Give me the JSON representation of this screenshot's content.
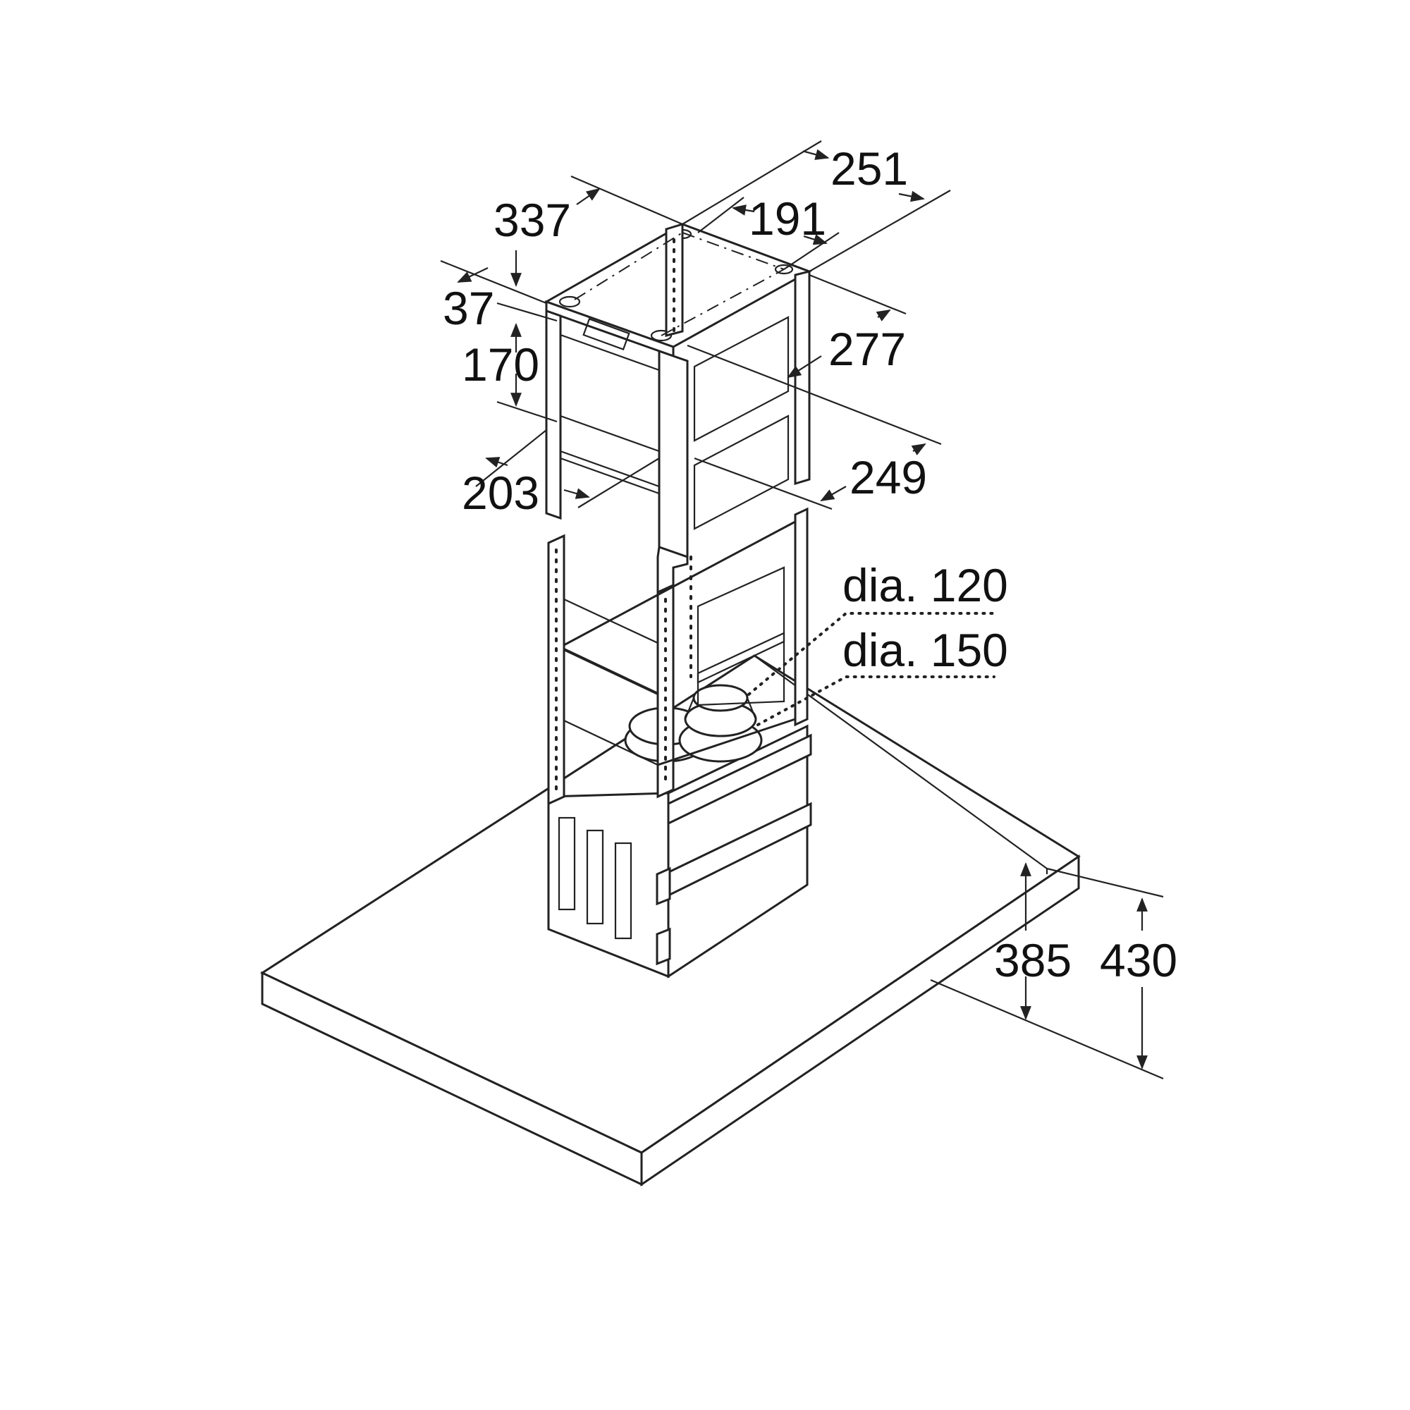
{
  "dimensions": {
    "width_outer": "251",
    "width_inner": "191",
    "depth_outer": "337",
    "top_offset": "37",
    "frame_height": "170",
    "depth_inner": "203",
    "side_outer": "277",
    "side_inner": "249",
    "duct_small": "dia. 120",
    "duct_large": "dia. 150",
    "canopy_inner_height": "385",
    "canopy_outer_height": "430"
  }
}
